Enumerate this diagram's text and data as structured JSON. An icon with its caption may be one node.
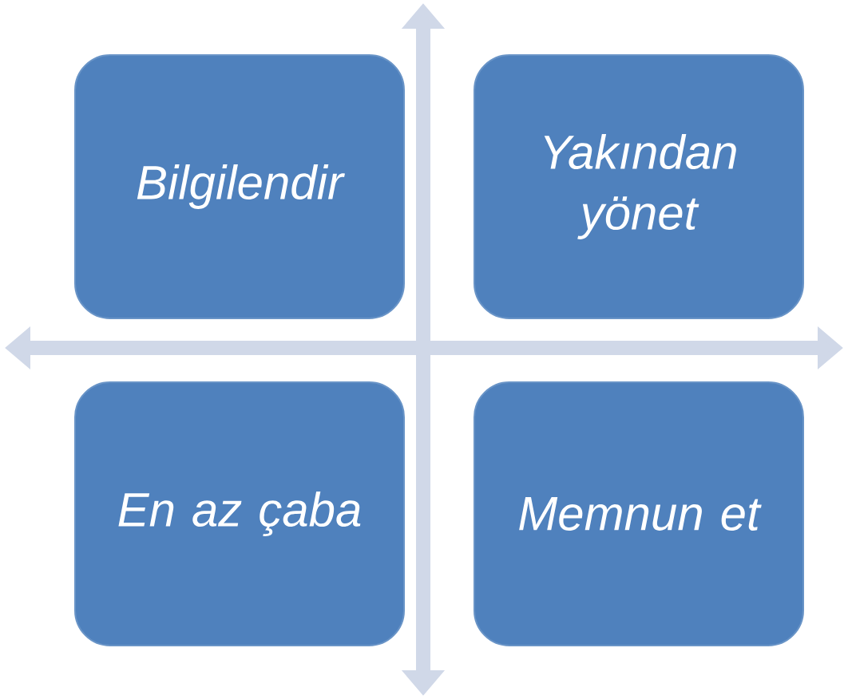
{
  "diagram": {
    "nodes": [
      {
        "text": [
          "Bilgilendir"
        ]
      },
      {
        "text": [
          "Yakından yönet"
        ]
      },
      {
        "text": [
          "En az çaba"
        ]
      },
      {
        "text": [
          "Memnun et"
        ]
      }
    ]
  }
}
